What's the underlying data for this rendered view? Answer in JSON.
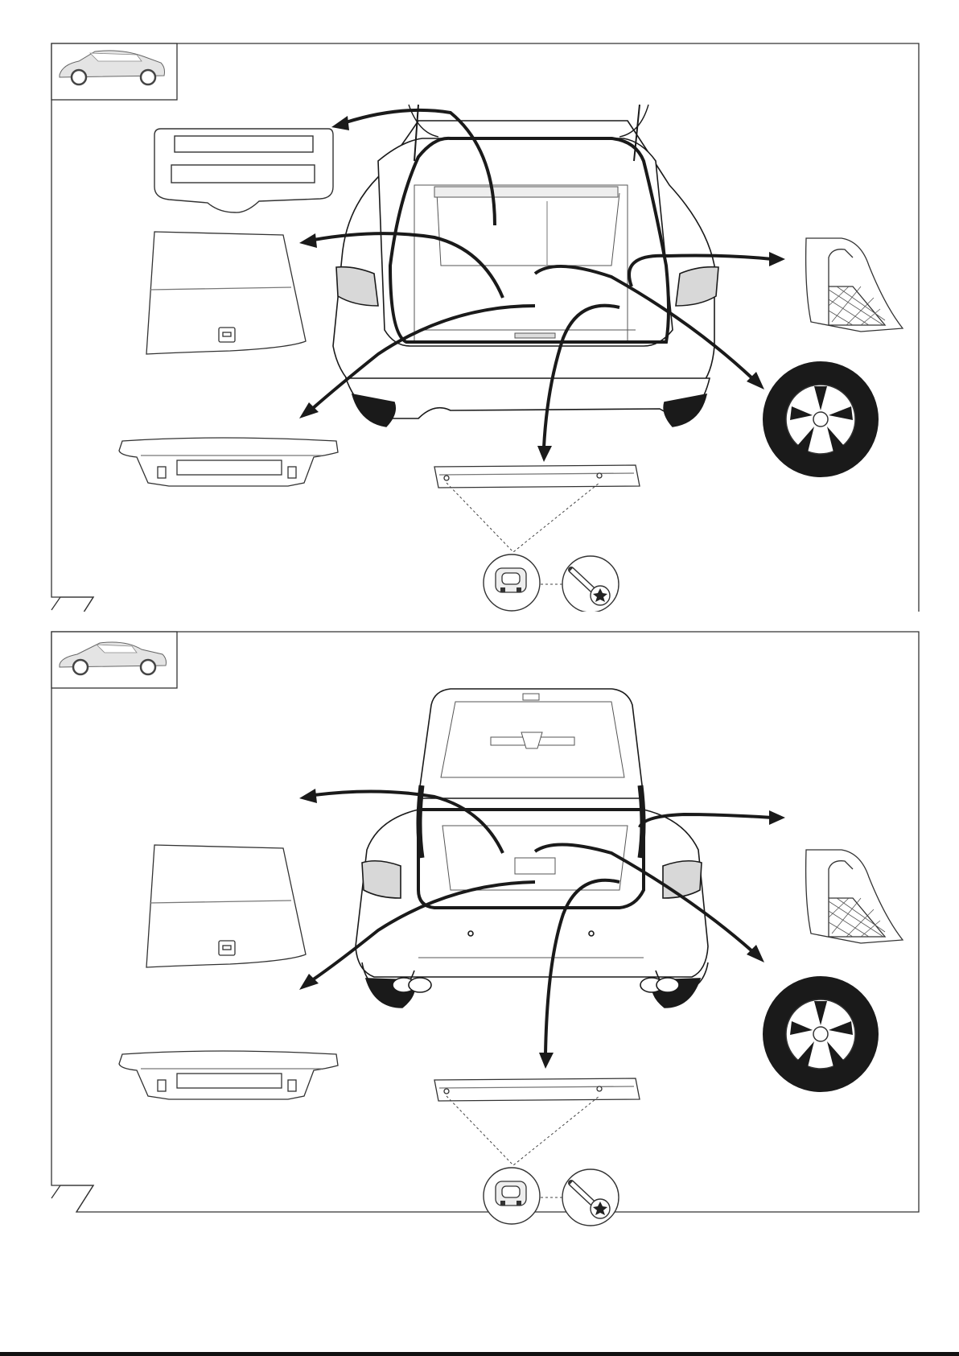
{
  "document": {
    "page_type": "installation-diagram",
    "colors": {
      "line": "#1a1a1a",
      "stroke_light": "#555555",
      "fill": "#ffffff",
      "tyre": "#1a1a1a"
    }
  },
  "panels": [
    {
      "id": "sportback",
      "vehicle_thumbnail": "hatchback-car-side-view",
      "body_style": "hatchback-tailgate-open"
    },
    {
      "id": "coupe",
      "vehicle_thumbnail": "coupe-car-side-view",
      "body_style": "coupe-trunk-open"
    }
  ],
  "removed_parts": [
    "parcel-shelf-cover",
    "luggage-floor-cover",
    "rear-sill-trim-panel",
    "lock-carrier-crossmember",
    "side-trim-net-panel",
    "spare-wheel",
    "lashing-eye",
    "torx-bolt"
  ]
}
